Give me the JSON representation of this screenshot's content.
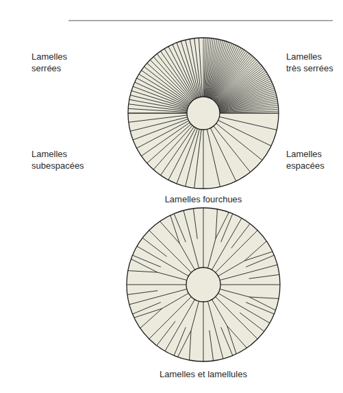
{
  "diagram": {
    "labels": [
      "Lamelles serrées",
      "Lamelles très serrées",
      "Lamelles subespacées",
      "Lamelles espacées",
      "Lamelles fourchues",
      "Lamelles et lamellules"
    ]
  }
}
